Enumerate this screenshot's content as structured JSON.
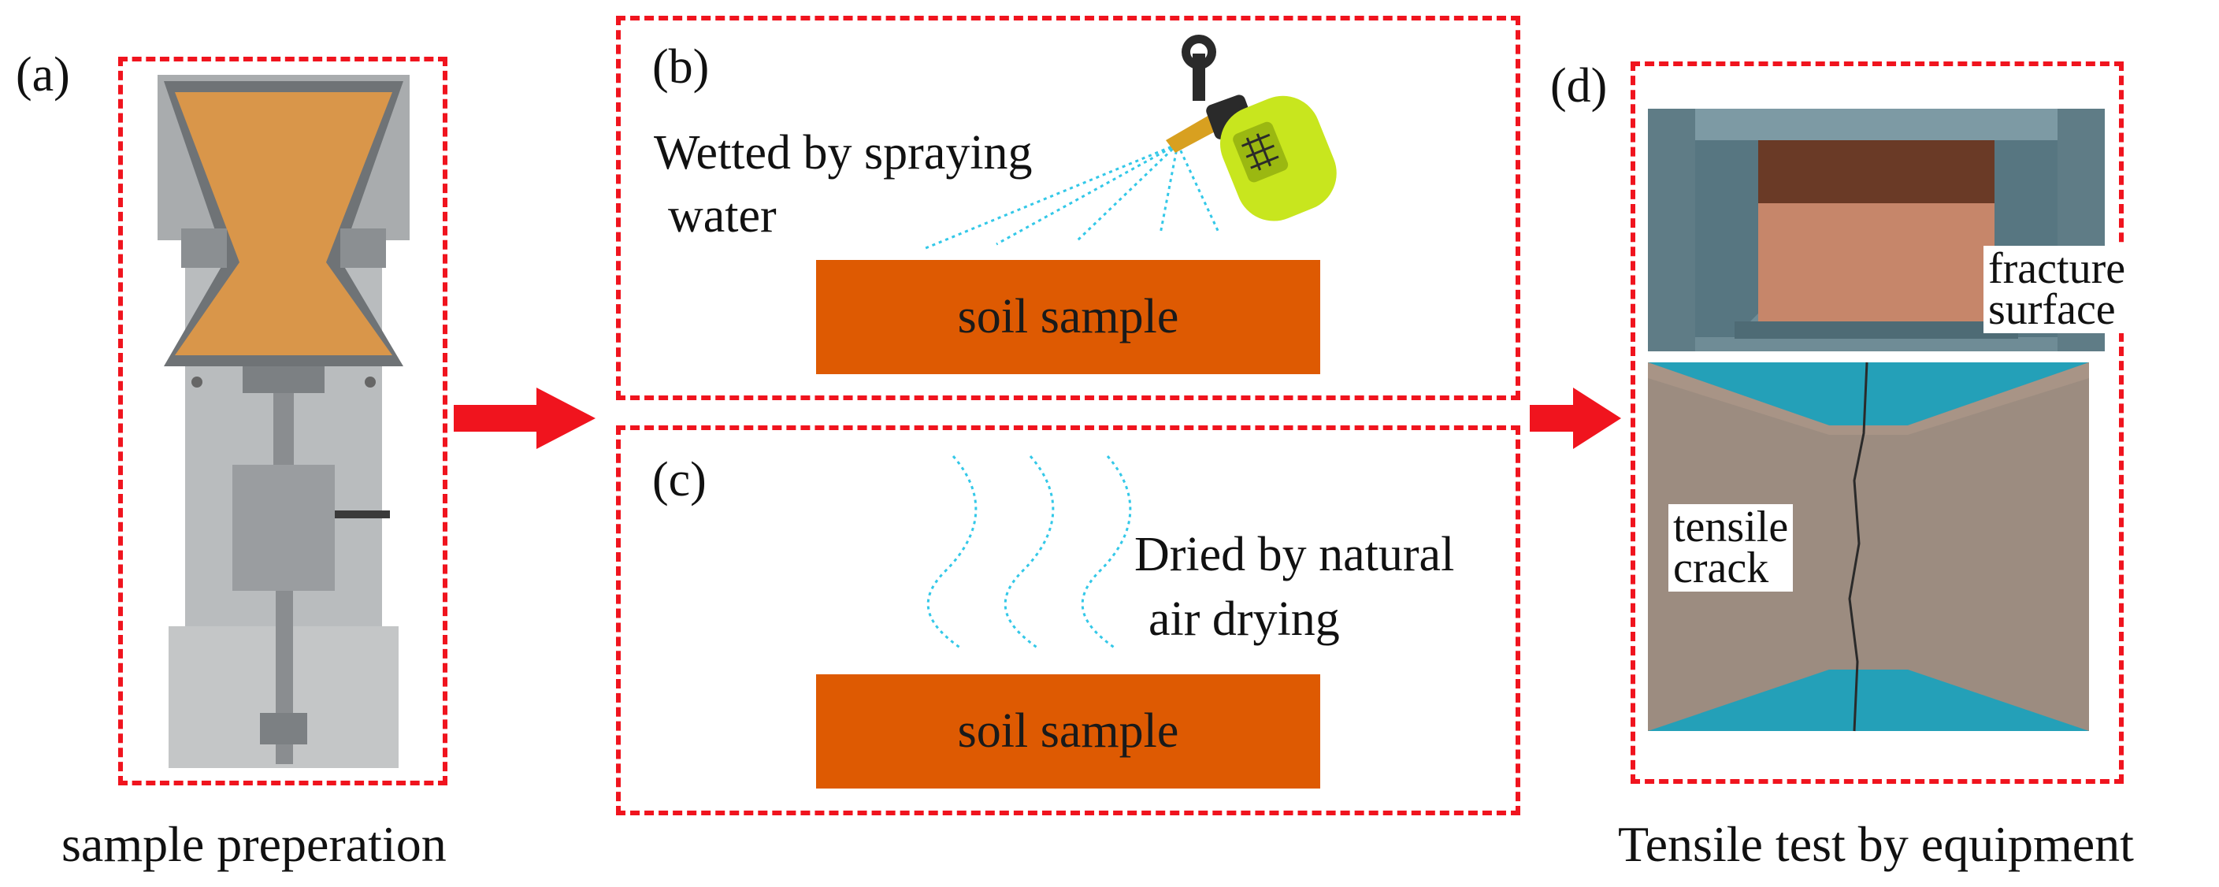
{
  "panels": {
    "a": {
      "label": "(a)",
      "caption": "sample preperation"
    },
    "b": {
      "label": "(b)",
      "action_line1": "Wetted by spraying",
      "action_line2": "water",
      "sample_label": "soil sample"
    },
    "c": {
      "label": "(c)",
      "action_line1": "Dried by natural",
      "action_line2": "air drying",
      "sample_label": "soil sample"
    },
    "d": {
      "label": "(d)",
      "caption": "Tensile test by equipment",
      "annotation_top_line1": "fracture",
      "annotation_top_line2": "surface",
      "annotation_bottom_line1": "tensile",
      "annotation_bottom_line2": "crack"
    }
  },
  "colors": {
    "dashed_border": "#f0141e",
    "arrow": "#f0141e",
    "soil_sample": "#de5a02",
    "spray_lines": "#33c8e8",
    "sprayer_body": "#c8e61e",
    "soil_tan": "#d9964a"
  }
}
